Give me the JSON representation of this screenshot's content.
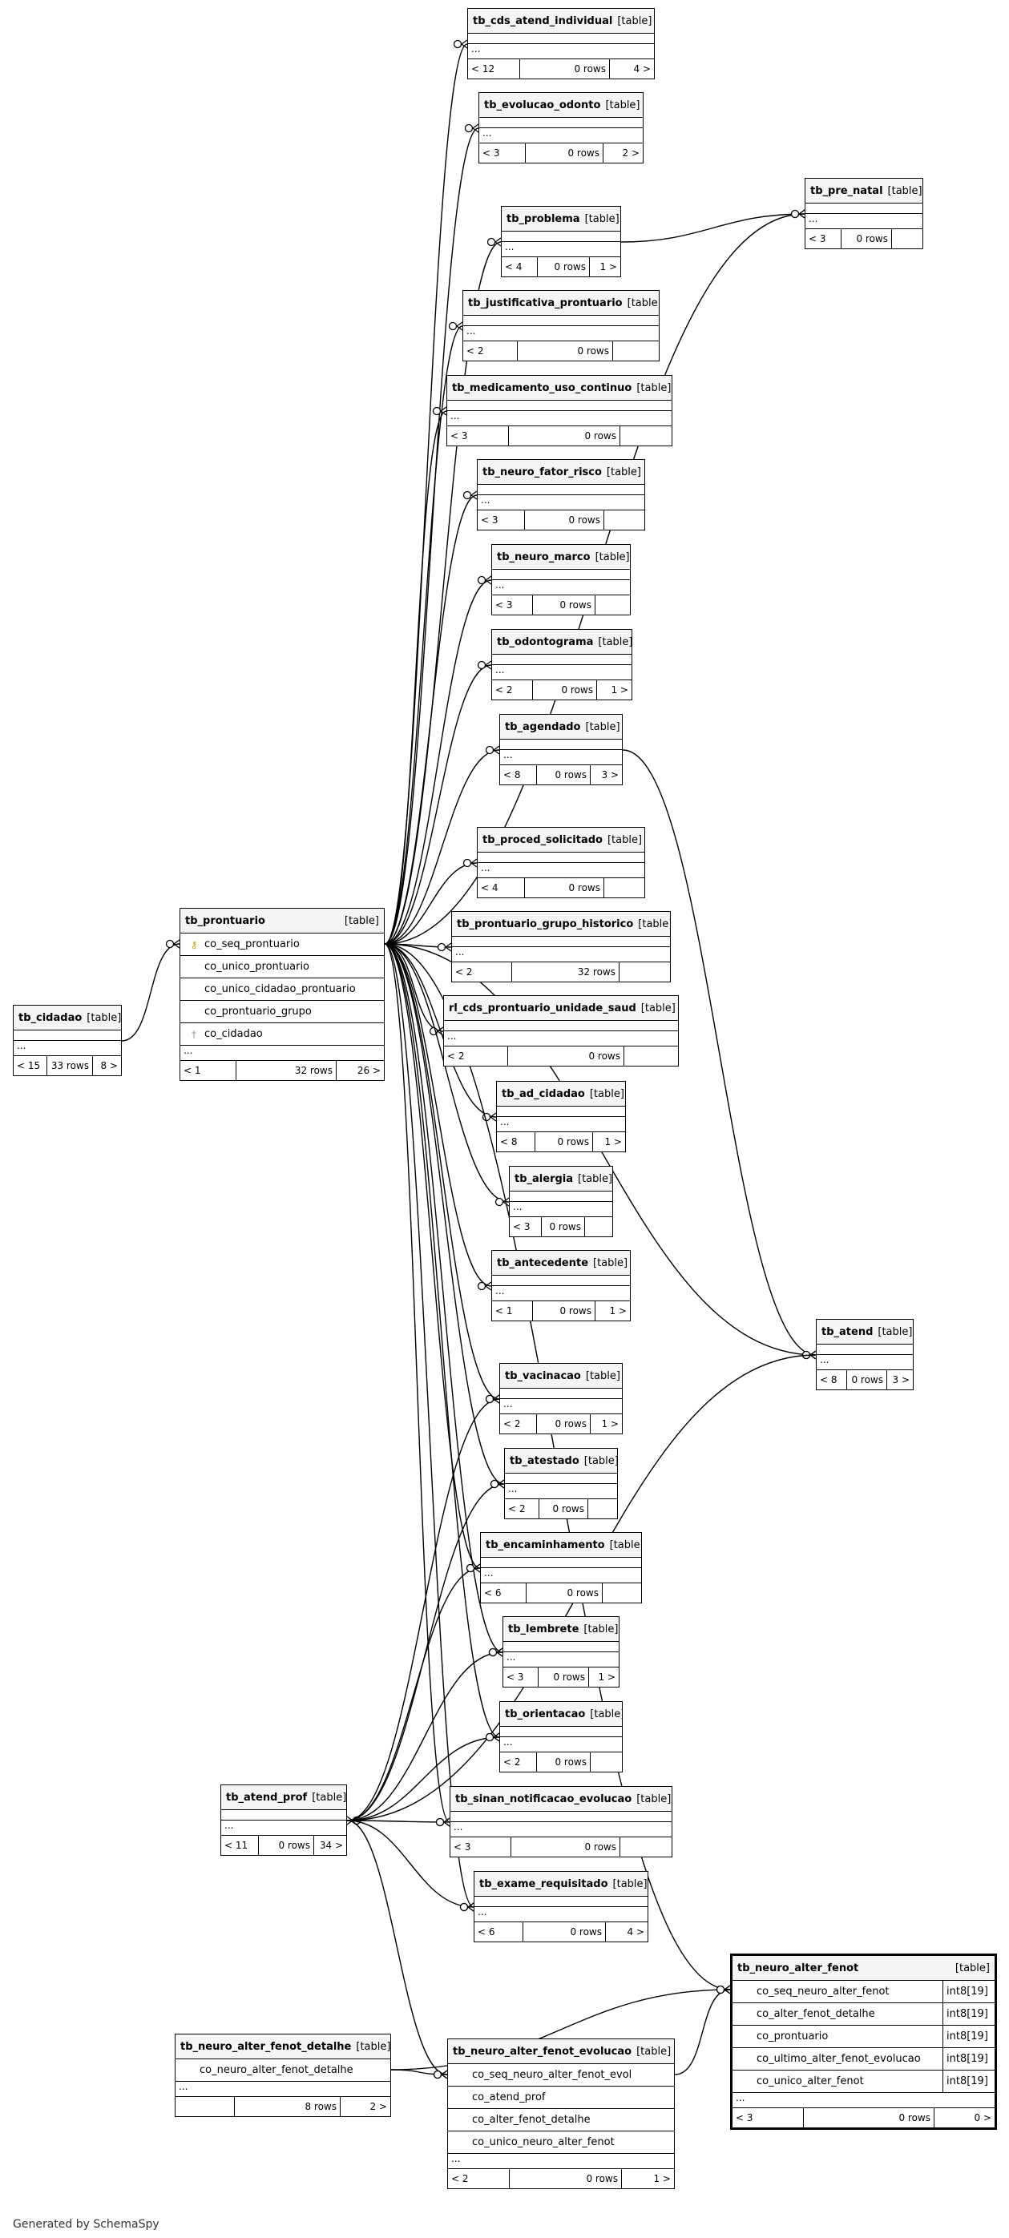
{
  "diagram": {
    "generated_by": "Generated by SchemaSpy",
    "type_label": "[table]",
    "tables": [
      {
        "name": "tb_cds_atend_individual",
        "parents": "< 12",
        "rows": "0 rows",
        "children": "4 >"
      },
      {
        "name": "tb_evolucao_odonto",
        "parents": "< 3",
        "rows": "0 rows",
        "children": "2 >"
      },
      {
        "name": "tb_pre_natal",
        "parents": "< 3",
        "rows": "0 rows",
        "children": ""
      },
      {
        "name": "tb_problema",
        "parents": "< 4",
        "rows": "0 rows",
        "children": "1 >"
      },
      {
        "name": "tb_justificativa_prontuario",
        "parents": "< 2",
        "rows": "0 rows",
        "children": ""
      },
      {
        "name": "tb_medicamento_uso_continuo",
        "parents": "< 3",
        "rows": "0 rows",
        "children": ""
      },
      {
        "name": "tb_neuro_fator_risco",
        "parents": "< 3",
        "rows": "0 rows",
        "children": ""
      },
      {
        "name": "tb_neuro_marco",
        "parents": "< 3",
        "rows": "0 rows",
        "children": ""
      },
      {
        "name": "tb_odontograma",
        "parents": "< 2",
        "rows": "0 rows",
        "children": "1 >"
      },
      {
        "name": "tb_agendado",
        "parents": "< 8",
        "rows": "0 rows",
        "children": "3 >"
      },
      {
        "name": "tb_proced_solicitado",
        "parents": "< 4",
        "rows": "0 rows",
        "children": ""
      },
      {
        "name": "tb_prontuario_grupo_historico",
        "parents": "< 2",
        "rows": "32 rows",
        "children": ""
      },
      {
        "name": "rl_cds_prontuario_unidade_saud",
        "parents": "< 2",
        "rows": "0 rows",
        "children": ""
      },
      {
        "name": "tb_ad_cidadao",
        "parents": "< 8",
        "rows": "0 rows",
        "children": "1 >"
      },
      {
        "name": "tb_alergia",
        "parents": "< 3",
        "rows": "0 rows",
        "children": ""
      },
      {
        "name": "tb_antecedente",
        "parents": "< 1",
        "rows": "0 rows",
        "children": "1 >"
      },
      {
        "name": "tb_atend",
        "parents": "< 8",
        "rows": "0 rows",
        "children": "3 >"
      },
      {
        "name": "tb_vacinacao",
        "parents": "< 2",
        "rows": "0 rows",
        "children": "1 >"
      },
      {
        "name": "tb_atestado",
        "parents": "< 2",
        "rows": "0 rows",
        "children": ""
      },
      {
        "name": "tb_encaminhamento",
        "parents": "< 6",
        "rows": "0 rows",
        "children": ""
      },
      {
        "name": "tb_lembrete",
        "parents": "< 3",
        "rows": "0 rows",
        "children": "1 >"
      },
      {
        "name": "tb_orientacao",
        "parents": "< 2",
        "rows": "0 rows",
        "children": ""
      },
      {
        "name": "tb_sinan_notificacao_evolucao",
        "parents": "< 3",
        "rows": "0 rows",
        "children": ""
      },
      {
        "name": "tb_exame_requisitado",
        "parents": "< 6",
        "rows": "0 rows",
        "children": "4 >"
      },
      {
        "name": "tb_cidadao",
        "parents": "< 15",
        "rows": "33 rows",
        "children": "8 >"
      },
      {
        "name": "tb_atend_prof",
        "parents": "< 11",
        "rows": "0 rows",
        "children": "34 >"
      },
      {
        "name": "tb_prontuario",
        "parents": "< 1",
        "rows": "32 rows",
        "children": "26 >",
        "columns": [
          {
            "name": "co_seq_prontuario",
            "icon": "primary-key-icon"
          },
          {
            "name": "co_unico_prontuario",
            "icon": ""
          },
          {
            "name": "co_unico_cidadao_prontuario",
            "icon": ""
          },
          {
            "name": "co_prontuario_grupo",
            "icon": ""
          },
          {
            "name": "co_cidadao",
            "icon": "foreign-key-icon"
          }
        ]
      },
      {
        "name": "tb_neuro_alter_fenot_detalhe",
        "parents": "",
        "rows": "8 rows",
        "children": "2 >",
        "columns": [
          {
            "name": "co_neuro_alter_fenot_detalhe"
          }
        ]
      },
      {
        "name": "tb_neuro_alter_fenot_evolucao",
        "parents": "< 2",
        "rows": "0 rows",
        "children": "1 >",
        "columns": [
          {
            "name": "co_seq_neuro_alter_fenot_evol"
          },
          {
            "name": "co_atend_prof"
          },
          {
            "name": "co_alter_fenot_detalhe"
          },
          {
            "name": "co_unico_neuro_alter_fenot"
          }
        ]
      },
      {
        "name": "tb_neuro_alter_fenot",
        "parents": "< 3",
        "rows": "0 rows",
        "children": "0 >",
        "columns": [
          {
            "name": "co_seq_neuro_alter_fenot",
            "type": "int8[19]"
          },
          {
            "name": "co_alter_fenot_detalhe",
            "type": "int8[19]"
          },
          {
            "name": "co_prontuario",
            "type": "int8[19]"
          },
          {
            "name": "co_ultimo_alter_fenot_evolucao",
            "type": "int8[19]"
          },
          {
            "name": "co_unico_alter_fenot",
            "type": "int8[19]"
          }
        ]
      }
    ],
    "relationships": [
      {
        "from": "tb_cidadao",
        "to": "tb_prontuario"
      },
      {
        "from": "tb_prontuario",
        "to": "tb_cds_atend_individual"
      },
      {
        "from": "tb_prontuario",
        "to": "tb_evolucao_odonto"
      },
      {
        "from": "tb_prontuario",
        "to": "tb_problema"
      },
      {
        "from": "tb_prontuario",
        "to": "tb_justificativa_prontuario"
      },
      {
        "from": "tb_prontuario",
        "to": "tb_medicamento_uso_continuo"
      },
      {
        "from": "tb_prontuario",
        "to": "tb_neuro_fator_risco"
      },
      {
        "from": "tb_prontuario",
        "to": "tb_neuro_marco"
      },
      {
        "from": "tb_prontuario",
        "to": "tb_odontograma"
      },
      {
        "from": "tb_prontuario",
        "to": "tb_agendado"
      },
      {
        "from": "tb_prontuario",
        "to": "tb_proced_solicitado"
      },
      {
        "from": "tb_prontuario",
        "to": "tb_prontuario_grupo_historico"
      },
      {
        "from": "tb_prontuario",
        "to": "rl_cds_prontuario_unidade_saud"
      },
      {
        "from": "tb_prontuario",
        "to": "tb_ad_cidadao"
      },
      {
        "from": "tb_prontuario",
        "to": "tb_alergia"
      },
      {
        "from": "tb_prontuario",
        "to": "tb_antecedente"
      },
      {
        "from": "tb_prontuario",
        "to": "tb_vacinacao"
      },
      {
        "from": "tb_prontuario",
        "to": "tb_atestado"
      },
      {
        "from": "tb_prontuario",
        "to": "tb_encaminhamento"
      },
      {
        "from": "tb_prontuario",
        "to": "tb_lembrete"
      },
      {
        "from": "tb_prontuario",
        "to": "tb_orientacao"
      },
      {
        "from": "tb_prontuario",
        "to": "tb_sinan_notificacao_evolucao"
      },
      {
        "from": "tb_prontuario",
        "to": "tb_exame_requisitado"
      },
      {
        "from": "tb_prontuario",
        "to": "tb_pre_natal"
      },
      {
        "from": "tb_prontuario",
        "to": "tb_atend"
      },
      {
        "from": "tb_prontuario",
        "to": "tb_neuro_alter_fenot"
      },
      {
        "from": "tb_problema",
        "to": "tb_pre_natal"
      },
      {
        "from": "tb_agendado",
        "to": "tb_atend"
      },
      {
        "from": "tb_atend",
        "to": "tb_atend_prof"
      },
      {
        "from": "tb_atend_prof",
        "to": "tb_vacinacao"
      },
      {
        "from": "tb_atend_prof",
        "to": "tb_atestado"
      },
      {
        "from": "tb_atend_prof",
        "to": "tb_encaminhamento"
      },
      {
        "from": "tb_atend_prof",
        "to": "tb_lembrete"
      },
      {
        "from": "tb_atend_prof",
        "to": "tb_orientacao"
      },
      {
        "from": "tb_atend_prof",
        "to": "tb_sinan_notificacao_evolucao"
      },
      {
        "from": "tb_atend_prof",
        "to": "tb_exame_requisitado"
      },
      {
        "from": "tb_atend_prof",
        "to": "tb_neuro_alter_fenot_evolucao"
      },
      {
        "from": "tb_neuro_alter_fenot_detalhe",
        "to": "tb_neuro_alter_fenot_evolucao"
      },
      {
        "from": "tb_neuro_alter_fenot_detalhe",
        "to": "tb_neuro_alter_fenot"
      },
      {
        "from": "tb_neuro_alter_fenot_evolucao",
        "to": "tb_neuro_alter_fenot"
      }
    ]
  }
}
